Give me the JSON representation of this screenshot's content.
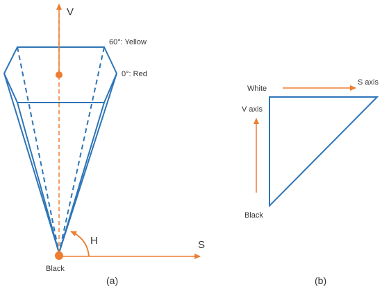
{
  "colors": {
    "structure": "#2e75b6",
    "axis": "#ed7d31",
    "text": "#333333",
    "background": "#ffffff"
  },
  "panel_a": {
    "caption": "(a)",
    "v_axis_label": "V",
    "s_axis_label": "S",
    "h_label": "H",
    "yellow_label": "60°: Yellow",
    "red_label": "0°: Red",
    "black_label": "Black"
  },
  "panel_b": {
    "caption": "(b)",
    "white_label": "White",
    "s_axis_label": "S axis",
    "v_axis_label": "V axis",
    "black_label": "Black"
  }
}
